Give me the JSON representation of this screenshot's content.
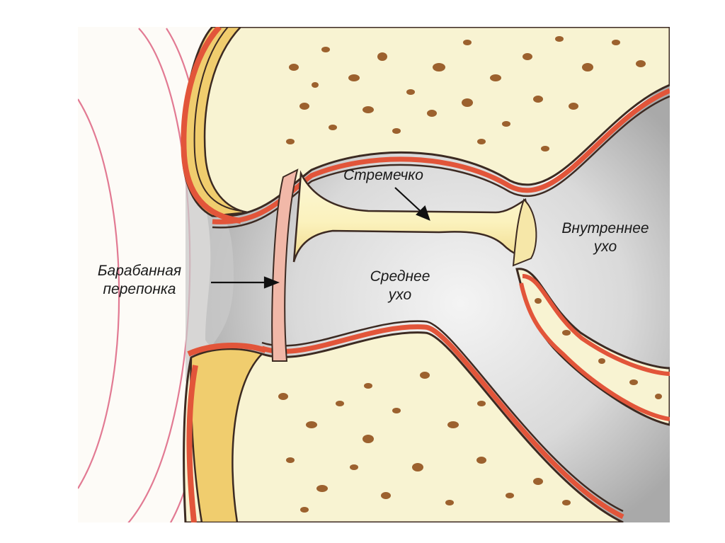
{
  "labels": {
    "stapes": "Стремечко",
    "inner_ear": [
      "Внутреннее",
      "ухо"
    ],
    "middle_ear": [
      "Среднее",
      "ухо"
    ],
    "eardrum": [
      "Барабанная",
      "перепонка"
    ]
  },
  "colors": {
    "bone_fill": "#f8f3d2",
    "membrane_red": "#e2553a",
    "outline": "#3c2a22",
    "cartilage": "#f0cd6e",
    "cavity_gray": "#cfcfcf",
    "marrow_spots": "#a0652f",
    "eardrum_pink": "#f1b8a8",
    "wave_lines": "#e0708a"
  }
}
